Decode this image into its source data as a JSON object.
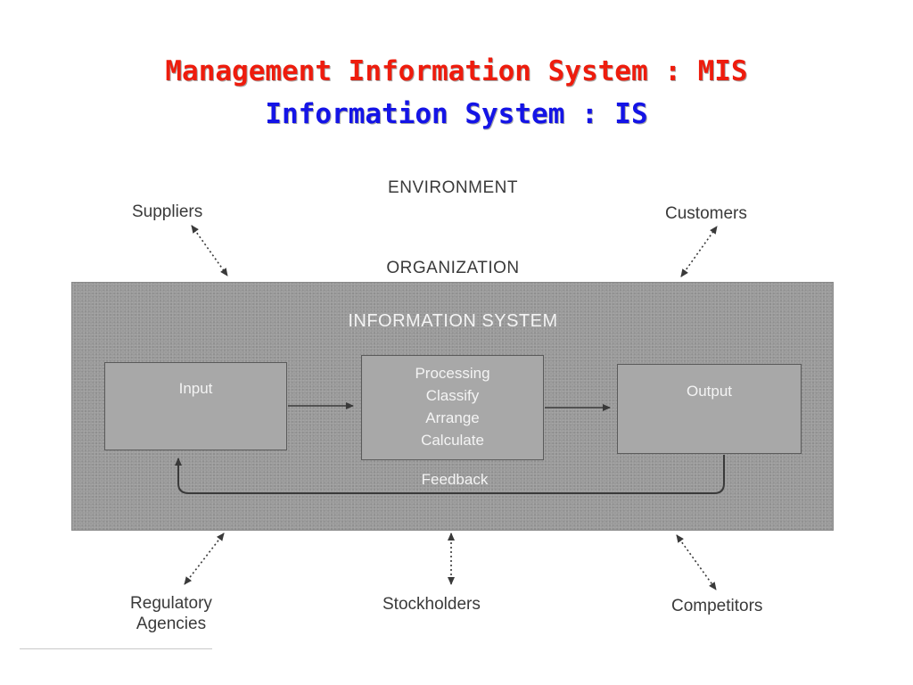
{
  "titles": {
    "line1": "Management Information System : MIS",
    "line2": "Information System : IS",
    "line1_color": "#ee1c0d",
    "line2_color": "#1414e6"
  },
  "diagram": {
    "environment": "ENVIRONMENT",
    "organization": "ORGANIZATION",
    "information_system": "INFORMATION SYSTEM",
    "input": "Input",
    "processing": [
      "Processing",
      "Classify",
      "Arrange",
      "Calculate"
    ],
    "output": "Output",
    "feedback": "Feedback",
    "external": {
      "suppliers": "Suppliers",
      "customers": "Customers",
      "regulatory": [
        "Regulatory",
        "Agencies"
      ],
      "stockholders": "Stockholders",
      "competitors": "Competitors"
    }
  }
}
